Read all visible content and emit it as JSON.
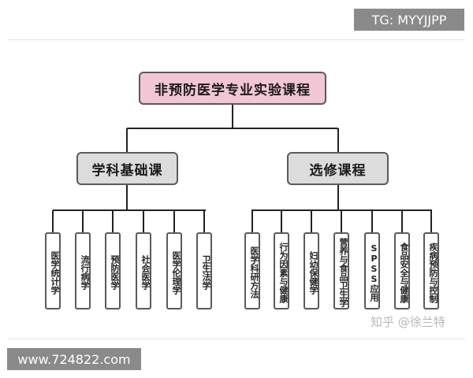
{
  "watermark_top": "TG: MYYJJPP",
  "watermark_bottom": "www.724822.com",
  "watermark_zhihu": "知乎 @徐兰特",
  "diagram": {
    "root": "非预防医学专业实验课程",
    "categories": [
      {
        "label": "学科基础课",
        "children": [
          "医学统计学",
          "流行病学",
          "预防医学",
          "社会医学",
          "医学伦理学",
          "卫生法学"
        ]
      },
      {
        "label": "选修课程",
        "children": [
          "医学科研方法",
          "行为因素与健康",
          "妇幼保健学",
          "营养与食品卫生学",
          "SPSS应用",
          "食品安全与健康",
          "疾病预防与控制"
        ]
      }
    ]
  },
  "colors": {
    "root_fill": "#f2c6d5",
    "category_fill": "#dcdcdc",
    "line": "#222222"
  }
}
